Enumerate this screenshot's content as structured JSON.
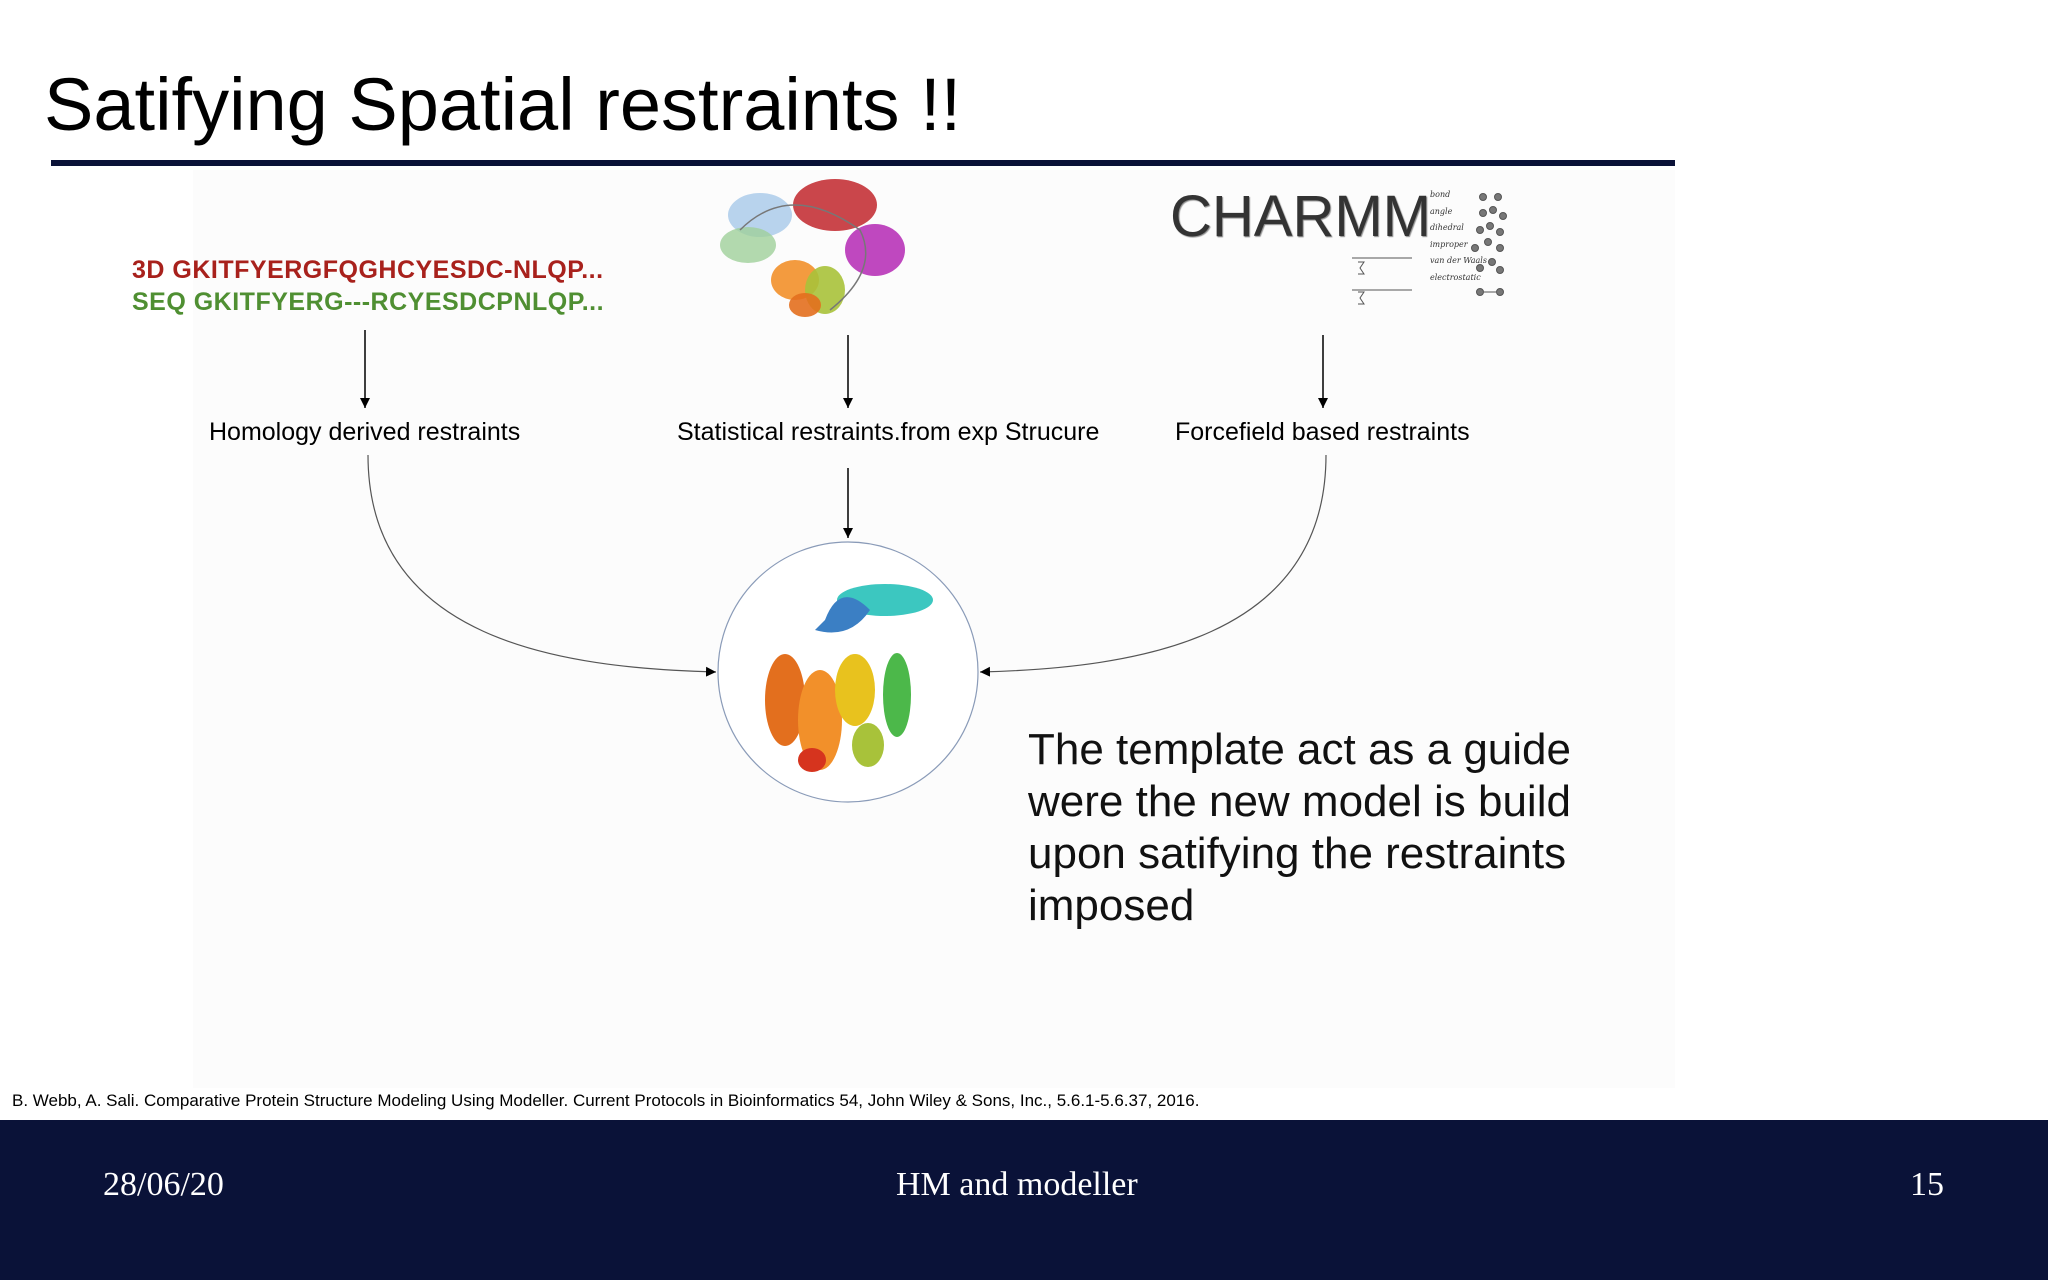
{
  "slide": {
    "title": "Satifying Spatial restraints !!",
    "alignment": {
      "line_3d": "3D  GKITFYERGFQGHCYESDC-NLQP...",
      "line_seq": "SEQ GKITFYERG---RCYESDCPNLQP..."
    },
    "forcefield": {
      "name": "CHARMM",
      "terms": [
        "bond",
        "angle",
        "dihedral",
        "improper",
        "van der Waals",
        "electrostatic"
      ]
    },
    "restraints": [
      {
        "label": "Homology derived restraints"
      },
      {
        "label": "Statistical restraints.from exp Strucure"
      },
      {
        "label": "Forcefield based restraints"
      }
    ],
    "body_lines": [
      "The template act as a guide",
      "were the new model is build",
      "upon satifying the restraints",
      "imposed"
    ],
    "citation": "B. Webb, A. Sali. Comparative Protein Structure Modeling Using Modeller. Current Protocols in Bioinformatics 54, John Wiley & Sons, Inc., 5.6.1-5.6.37, 2016.",
    "colors": {
      "footer_bg": "#0a1238",
      "title_rule": "#0a1238",
      "seq_3d": "#a8211c",
      "seq_seq": "#4f8f32"
    }
  },
  "footer": {
    "date": "28/06/20",
    "center": "HM and modeller",
    "page": "15"
  }
}
